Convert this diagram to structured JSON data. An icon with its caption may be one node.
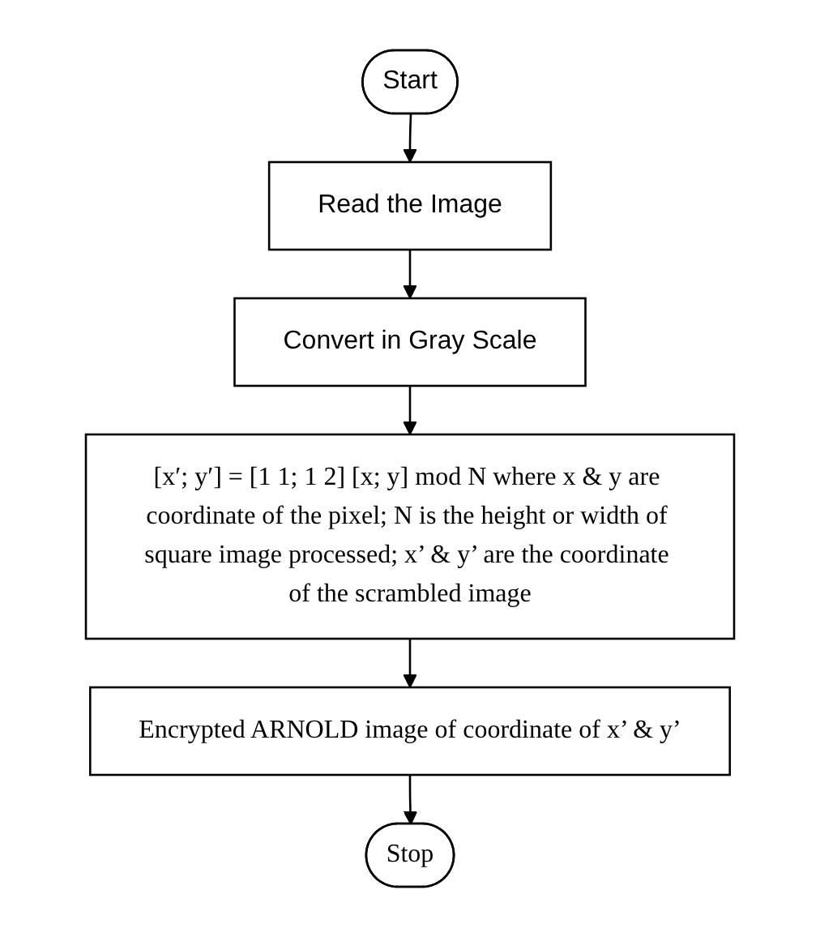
{
  "diagram": {
    "nodes": [
      {
        "text": [
          "Start"
        ]
      },
      {
        "text": [
          "Read the Image"
        ]
      },
      {
        "text": [
          "Convert in Gray Scale"
        ]
      },
      {
        "text": [
          "[x′; y′] = [1 1; 1 2] [x; y] mod N where x & y are coordinate of the pixel; N is the height or width of square image processed; x’ & y’ are the coordinate of the scrambled image"
        ]
      },
      {
        "text": [
          "Encrypted ARNOLD image of coordinate of x’ & y’"
        ]
      },
      {
        "text": [
          "Stop"
        ]
      }
    ],
    "edges": [
      {
        "from": 0,
        "to": 1,
        "arrow": "to"
      },
      {
        "from": 1,
        "to": 2,
        "arrow": "to"
      },
      {
        "from": 2,
        "to": 3,
        "arrow": "to"
      },
      {
        "from": 3,
        "to": 4,
        "arrow": "to"
      },
      {
        "from": 4,
        "to": 5,
        "arrow": "to"
      }
    ]
  }
}
